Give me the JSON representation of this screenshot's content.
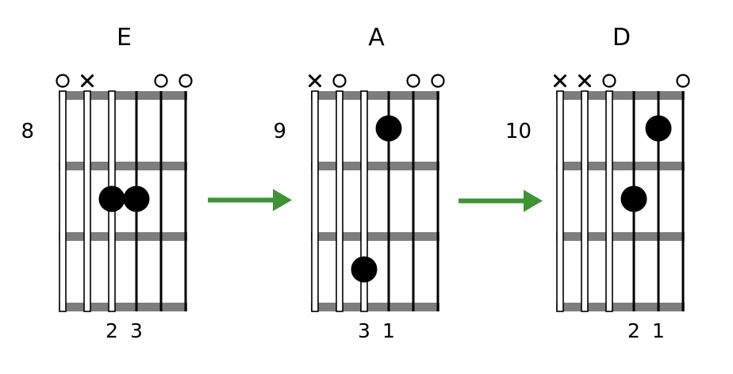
{
  "page": {
    "background": "#ffffff",
    "description_label": "guitar-chord-progression-diagram"
  },
  "colors": {
    "fret_bar": "#7d7d7d",
    "string": "#000000",
    "dot": "#000000",
    "marker": "#000000",
    "text": "#000000",
    "arrow_green": "#3f9334"
  },
  "string_styles": [
    "wound",
    "wound",
    "wound",
    "plain",
    "plain",
    "plain"
  ],
  "diagrams": [
    {
      "name": "E",
      "fret_number": "8",
      "string_markers": [
        "open",
        "muted",
        "none",
        "none",
        "open",
        "open"
      ],
      "dots": [
        {
          "string": 3,
          "fret_space": 2,
          "finger": "2"
        },
        {
          "string": 4,
          "fret_space": 2,
          "finger": "3"
        }
      ]
    },
    {
      "name": "A",
      "fret_number": "9",
      "string_markers": [
        "muted",
        "open",
        "none",
        "none",
        "open",
        "open"
      ],
      "dots": [
        {
          "string": 3,
          "fret_space": 3,
          "finger": "3"
        },
        {
          "string": 4,
          "fret_space": 1,
          "finger": "1"
        }
      ]
    },
    {
      "name": "D",
      "fret_number": "10",
      "string_markers": [
        "muted",
        "muted",
        "open",
        "none",
        "none",
        "open"
      ],
      "dots": [
        {
          "string": 4,
          "fret_space": 2,
          "finger": "2"
        },
        {
          "string": 5,
          "fret_space": 1,
          "finger": "1"
        }
      ]
    }
  ],
  "arrows": [
    {
      "from": "E",
      "to": "A"
    },
    {
      "from": "A",
      "to": "D"
    }
  ]
}
